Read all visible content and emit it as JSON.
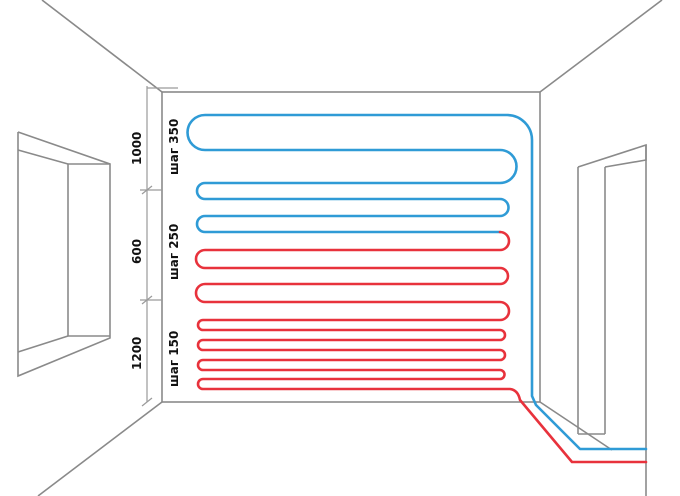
{
  "diagram": {
    "type": "underfloor/wall heating pipe layout (room perspective)",
    "colors": {
      "supply_pipe": "#e8323c",
      "return_pipe": "#2f9bd6",
      "walls": "#8a8a8a"
    },
    "zones": [
      {
        "id": "top",
        "height_label": "1000",
        "step_label": "шаг 350",
        "pipe": "return"
      },
      {
        "id": "middle",
        "height_label": "600",
        "step_label": "шаг 250",
        "pipe": "mixed"
      },
      {
        "id": "bottom",
        "height_label": "1200",
        "step_label": "шаг 150",
        "pipe": "supply"
      }
    ]
  }
}
